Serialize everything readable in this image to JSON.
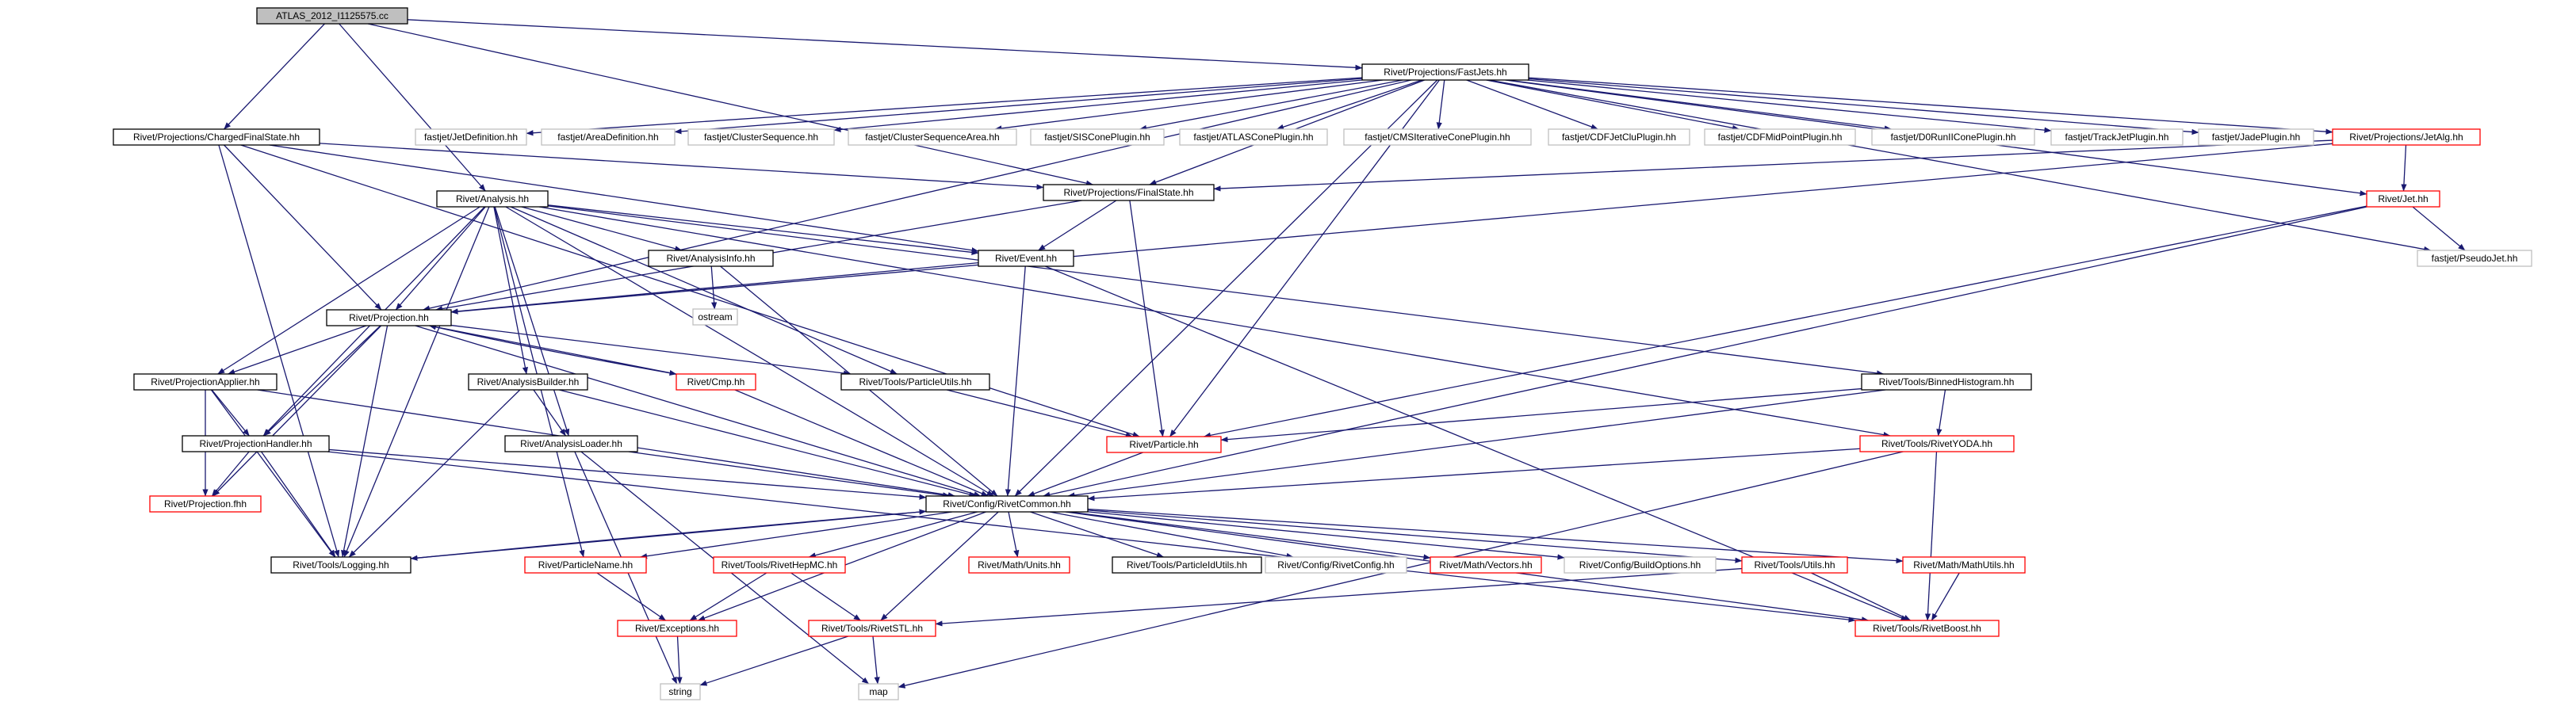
{
  "colors": {
    "edge": "#191970",
    "text": "#000000",
    "root_fill": "#bfbfbf",
    "normal_border": "#000000",
    "missing_border": "#bfbfbf",
    "red_border": "#ff0000"
  },
  "nodes": {
    "root": {
      "label": "ATLAS_2012_I1125575.cc",
      "kind": "root"
    },
    "fastjets": {
      "label": "Rivet/Projections/FastJets.hh",
      "kind": "normal"
    },
    "chfs": {
      "label": "Rivet/Projections/ChargedFinalState.hh",
      "kind": "normal"
    },
    "fjdef": {
      "label": "fastjet/JetDefinition.hh",
      "kind": "missing"
    },
    "fjarea": {
      "label": "fastjet/AreaDefinition.hh",
      "kind": "missing"
    },
    "fjcs": {
      "label": "fastjet/ClusterSequence.hh",
      "kind": "missing"
    },
    "fjcsa": {
      "label": "fastjet/ClusterSequenceArea.hh",
      "kind": "missing"
    },
    "fjsis": {
      "label": "fastjet/SISConePlugin.hh",
      "kind": "missing"
    },
    "fjatlas": {
      "label": "fastjet/ATLASConePlugin.hh",
      "kind": "missing"
    },
    "fjcms": {
      "label": "fastjet/CMSIterativeConePlugin.hh",
      "kind": "missing"
    },
    "fjcdfclu": {
      "label": "fastjet/CDFJetCluPlugin.hh",
      "kind": "missing"
    },
    "fjcdfmid": {
      "label": "fastjet/CDFMidPointPlugin.hh",
      "kind": "missing"
    },
    "fjd0": {
      "label": "fastjet/D0RunIIConePlugin.hh",
      "kind": "missing"
    },
    "fjtrack": {
      "label": "fastjet/TrackJetPlugin.hh",
      "kind": "missing"
    },
    "fjjade": {
      "label": "fastjet/JadePlugin.hh",
      "kind": "missing"
    },
    "jetalg": {
      "label": "Rivet/Projections/JetAlg.hh",
      "kind": "red"
    },
    "analysis": {
      "label": "Rivet/Analysis.hh",
      "kind": "normal"
    },
    "finalstate": {
      "label": "Rivet/Projections/FinalState.hh",
      "kind": "normal"
    },
    "jet": {
      "label": "Rivet/Jet.hh",
      "kind": "red"
    },
    "pseudojet": {
      "label": "fastjet/PseudoJet.hh",
      "kind": "missing"
    },
    "analysisinfo": {
      "label": "Rivet/AnalysisInfo.hh",
      "kind": "normal"
    },
    "event": {
      "label": "Rivet/Event.hh",
      "kind": "normal"
    },
    "ostream": {
      "label": "ostream",
      "kind": "missing"
    },
    "projection": {
      "label": "Rivet/Projection.hh",
      "kind": "normal"
    },
    "projapplier": {
      "label": "Rivet/ProjectionApplier.hh",
      "kind": "normal"
    },
    "analysisbuilder": {
      "label": "Rivet/AnalysisBuilder.hh",
      "kind": "normal"
    },
    "cmp": {
      "label": "Rivet/Cmp.hh",
      "kind": "red"
    },
    "particleutils": {
      "label": "Rivet/Tools/ParticleUtils.hh",
      "kind": "normal"
    },
    "binnedhist": {
      "label": "Rivet/Tools/BinnedHistogram.hh",
      "kind": "normal"
    },
    "projhandler": {
      "label": "Rivet/ProjectionHandler.hh",
      "kind": "normal"
    },
    "analysisloader": {
      "label": "Rivet/AnalysisLoader.hh",
      "kind": "normal"
    },
    "particle": {
      "label": "Rivet/Particle.hh",
      "kind": "red"
    },
    "rivetyoda": {
      "label": "Rivet/Tools/RivetYODA.hh",
      "kind": "red"
    },
    "projectionfhh": {
      "label": "Rivet/Projection.fhh",
      "kind": "red"
    },
    "rivetcommon": {
      "label": "Rivet/Config/RivetCommon.hh",
      "kind": "normal"
    },
    "logging": {
      "label": "Rivet/Tools/Logging.hh",
      "kind": "normal"
    },
    "particlename": {
      "label": "Rivet/ParticleName.hh",
      "kind": "red"
    },
    "hepmc": {
      "label": "Rivet/Tools/RivetHepMC.hh",
      "kind": "red"
    },
    "mathunits": {
      "label": "Rivet/Math/Units.hh",
      "kind": "red"
    },
    "pidutils": {
      "label": "Rivet/Tools/ParticleIdUtils.hh",
      "kind": "normal"
    },
    "rivetconfig": {
      "label": "Rivet/Config/RivetConfig.hh",
      "kind": "missing"
    },
    "mathvectors": {
      "label": "Rivet/Math/Vectors.hh",
      "kind": "red"
    },
    "buildoptions": {
      "label": "Rivet/Config/BuildOptions.hh",
      "kind": "missing"
    },
    "toolsutils": {
      "label": "Rivet/Tools/Utils.hh",
      "kind": "red"
    },
    "mathutils": {
      "label": "Rivet/Math/MathUtils.hh",
      "kind": "red"
    },
    "exceptions": {
      "label": "Rivet/Exceptions.hh",
      "kind": "red"
    },
    "rivetstl": {
      "label": "Rivet/Tools/RivetSTL.hh",
      "kind": "red"
    },
    "rivetboost": {
      "label": "Rivet/Tools/RivetBoost.hh",
      "kind": "red"
    },
    "string": {
      "label": "string",
      "kind": "missing"
    },
    "map": {
      "label": "map",
      "kind": "missing"
    }
  },
  "edges": [
    [
      "root",
      "fastjets"
    ],
    [
      "root",
      "chfs"
    ],
    [
      "root",
      "analysis"
    ],
    [
      "root",
      "finalstate"
    ],
    [
      "fastjets",
      "fjdef"
    ],
    [
      "fastjets",
      "fjarea"
    ],
    [
      "fastjets",
      "fjcs"
    ],
    [
      "fastjets",
      "fjcsa"
    ],
    [
      "fastjets",
      "fjsis"
    ],
    [
      "fastjets",
      "fjatlas"
    ],
    [
      "fastjets",
      "fjcms"
    ],
    [
      "fastjets",
      "fjcdfclu"
    ],
    [
      "fastjets",
      "fjcdfmid"
    ],
    [
      "fastjets",
      "fjd0"
    ],
    [
      "fastjets",
      "fjtrack"
    ],
    [
      "fastjets",
      "fjjade"
    ],
    [
      "fastjets",
      "jetalg"
    ],
    [
      "fastjets",
      "jet"
    ],
    [
      "fastjets",
      "pseudojet"
    ],
    [
      "fastjets",
      "projection"
    ],
    [
      "fastjets",
      "particle"
    ],
    [
      "fastjets",
      "rivetcommon"
    ],
    [
      "fastjets",
      "finalstate"
    ],
    [
      "chfs",
      "finalstate"
    ],
    [
      "chfs",
      "projection"
    ],
    [
      "chfs",
      "event"
    ],
    [
      "chfs",
      "particle"
    ],
    [
      "chfs",
      "logging"
    ],
    [
      "jetalg",
      "jet"
    ],
    [
      "jetalg",
      "finalstate"
    ],
    [
      "jetalg",
      "projection"
    ],
    [
      "jet",
      "pseudojet"
    ],
    [
      "jet",
      "particle"
    ],
    [
      "jet",
      "rivetcommon"
    ],
    [
      "analysis",
      "analysisinfo"
    ],
    [
      "analysis",
      "event"
    ],
    [
      "analysis",
      "projection"
    ],
    [
      "analysis",
      "projapplier"
    ],
    [
      "analysis",
      "analysisbuilder"
    ],
    [
      "analysis",
      "analysisloader"
    ],
    [
      "analysis",
      "projhandler"
    ],
    [
      "analysis",
      "particleutils"
    ],
    [
      "analysis",
      "rivetyoda"
    ],
    [
      "analysis",
      "binnedhist"
    ],
    [
      "analysis",
      "rivetcommon"
    ],
    [
      "analysis",
      "logging"
    ],
    [
      "analysis",
      "particlename"
    ],
    [
      "finalstate",
      "event"
    ],
    [
      "finalstate",
      "particle"
    ],
    [
      "finalstate",
      "projection"
    ],
    [
      "analysisinfo",
      "ostream"
    ],
    [
      "analysisinfo",
      "rivetcommon"
    ],
    [
      "event",
      "projection"
    ],
    [
      "event",
      "rivetcommon"
    ],
    [
      "event",
      "rivetboost"
    ],
    [
      "projection",
      "projapplier"
    ],
    [
      "projection",
      "projhandler"
    ],
    [
      "projection",
      "cmp"
    ],
    [
      "projection",
      "projectionfhh"
    ],
    [
      "projection",
      "logging"
    ],
    [
      "projection",
      "particleutils"
    ],
    [
      "projection",
      "rivetcommon"
    ],
    [
      "projapplier",
      "projhandler"
    ],
    [
      "projapplier",
      "projectionfhh"
    ],
    [
      "projapplier",
      "logging"
    ],
    [
      "projapplier",
      "rivetcommon"
    ],
    [
      "analysisbuilder",
      "analysisloader"
    ],
    [
      "analysisbuilder",
      "logging"
    ],
    [
      "analysisbuilder",
      "rivetcommon"
    ],
    [
      "cmp",
      "projection"
    ],
    [
      "cmp",
      "rivetcommon"
    ],
    [
      "particleutils",
      "particle"
    ],
    [
      "binnedhist",
      "particle"
    ],
    [
      "binnedhist",
      "rivetyoda"
    ],
    [
      "binnedhist",
      "rivetcommon"
    ],
    [
      "projhandler",
      "projectionfhh"
    ],
    [
      "projhandler",
      "logging"
    ],
    [
      "projhandler",
      "rivetcommon"
    ],
    [
      "projhandler",
      "rivetboost"
    ],
    [
      "analysisloader",
      "rivetcommon"
    ],
    [
      "analysisloader",
      "string"
    ],
    [
      "analysisloader",
      "map"
    ],
    [
      "particle",
      "rivetcommon"
    ],
    [
      "rivetyoda",
      "rivetcommon"
    ],
    [
      "rivetyoda",
      "rivetboost"
    ],
    [
      "rivetyoda",
      "map"
    ],
    [
      "rivetcommon",
      "logging"
    ],
    [
      "rivetcommon",
      "particlename"
    ],
    [
      "rivetcommon",
      "exceptions"
    ],
    [
      "rivetcommon",
      "hepmc"
    ],
    [
      "rivetcommon",
      "mathunits"
    ],
    [
      "rivetcommon",
      "pidutils"
    ],
    [
      "rivetcommon",
      "rivetconfig"
    ],
    [
      "rivetcommon",
      "mathvectors"
    ],
    [
      "rivetcommon",
      "buildoptions"
    ],
    [
      "rivetcommon",
      "toolsutils"
    ],
    [
      "rivetcommon",
      "mathutils"
    ],
    [
      "rivetcommon",
      "rivetstl"
    ],
    [
      "rivetcommon",
      "rivetboost"
    ],
    [
      "logging",
      "rivetcommon"
    ],
    [
      "particlename",
      "exceptions"
    ],
    [
      "hepmc",
      "exceptions"
    ],
    [
      "hepmc",
      "rivetstl"
    ],
    [
      "toolsutils",
      "rivetstl"
    ],
    [
      "toolsutils",
      "rivetboost"
    ],
    [
      "mathutils",
      "rivetboost"
    ],
    [
      "exceptions",
      "string"
    ],
    [
      "rivetstl",
      "string"
    ],
    [
      "rivetstl",
      "map"
    ]
  ]
}
